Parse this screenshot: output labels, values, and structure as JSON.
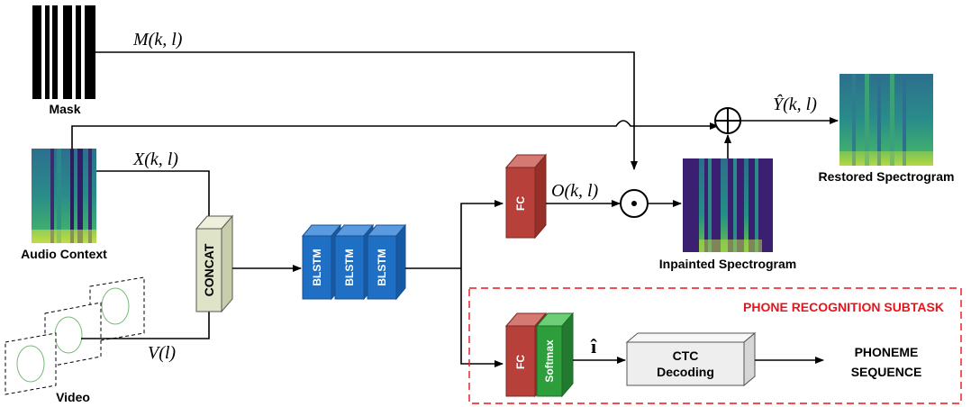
{
  "labels": {
    "mask": "Mask",
    "audio_context": "Audio Context",
    "video": "Video",
    "concat": "CONCAT",
    "blstm": "BLSTM",
    "fc": "FC",
    "softmax": "Softmax",
    "ctc_line1": "CTC",
    "ctc_line2": "Decoding",
    "inpainted": "Inpainted Spectrogram",
    "restored": "Restored Spectrogram",
    "phoneme_line1": "PHONEME",
    "phoneme_line2": "SEQUENCE",
    "subtask": "PHONE RECOGNITION SUBTASK"
  },
  "math": {
    "mask_signal": "M(k, l)",
    "audio_signal": "X(k, l)",
    "video_signal": "V(l)",
    "fc_output": "O(k, l)",
    "restored_signal": "Ŷ(k, l)",
    "phone_estimate": "î"
  },
  "colors": {
    "blstm": "#1f6fc4",
    "fc": "#b8403a",
    "softmax": "#2e9e3d",
    "concat": "#dfe3c8",
    "ctc": "#eeeeee",
    "subtask_border": "#e8141b"
  },
  "icons": [
    "multiply-icon",
    "add-icon",
    "face-icon"
  ]
}
